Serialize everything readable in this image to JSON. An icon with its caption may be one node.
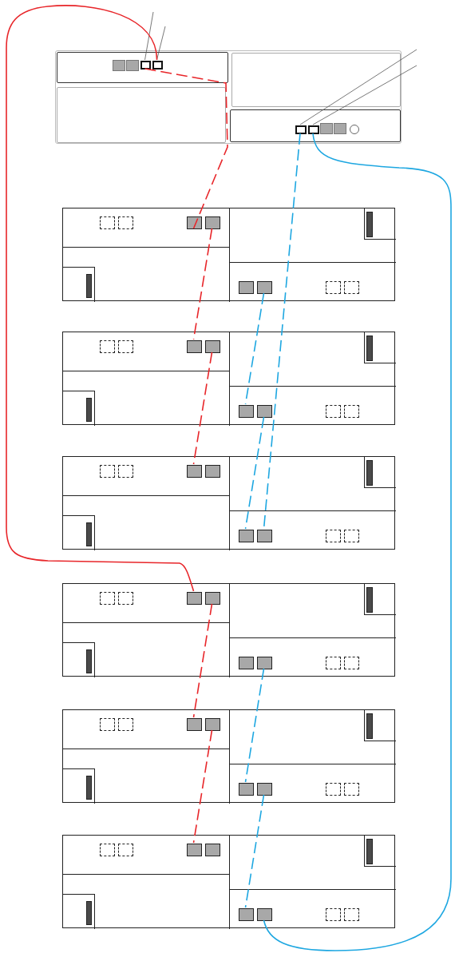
{
  "diagram": {
    "nodes": [
      {
        "text": [],
        "shape": "box"
      },
      {
        "text": [],
        "shape": "box",
        "in": 0
      },
      {
        "text": [],
        "shape": "box",
        "in": 0
      },
      {
        "text": [],
        "shape": "box",
        "in": 0
      },
      {
        "text": [],
        "shape": "box",
        "in": 0
      },
      {
        "text": [],
        "shape": "box"
      },
      {
        "text": [],
        "shape": "box",
        "in": 5
      },
      {
        "text": [],
        "shape": "box",
        "in": 5
      },
      {
        "text": [],
        "shape": "box",
        "in": 5
      },
      {
        "text": [],
        "shape": "box",
        "in": 5
      },
      {
        "text": [],
        "shape": "box"
      },
      {
        "text": [],
        "shape": "box",
        "in": 10
      },
      {
        "text": [],
        "shape": "box",
        "in": 10
      },
      {
        "text": [],
        "shape": "box",
        "in": 10
      },
      {
        "text": [],
        "shape": "box",
        "in": 10
      },
      {
        "text": [],
        "shape": "box"
      },
      {
        "text": [],
        "shape": "box",
        "in": 15
      },
      {
        "text": [],
        "shape": "box",
        "in": 15
      },
      {
        "text": [],
        "shape": "box",
        "in": 15
      },
      {
        "text": [],
        "shape": "box",
        "in": 15
      },
      {
        "text": [],
        "shape": "box"
      },
      {
        "text": [],
        "shape": "box",
        "in": 20
      },
      {
        "text": [],
        "shape": "box",
        "in": 20
      },
      {
        "text": [],
        "shape": "box",
        "in": 20
      },
      {
        "text": [],
        "shape": "box",
        "in": 20
      },
      {
        "text": [],
        "shape": "box"
      },
      {
        "text": [],
        "shape": "box",
        "in": 25
      },
      {
        "text": [],
        "shape": "box",
        "in": 25
      },
      {
        "text": [],
        "shape": "box",
        "in": 25
      },
      {
        "text": [],
        "shape": "box",
        "in": 25
      },
      {
        "text": [],
        "shape": "box"
      },
      {
        "text": [],
        "shape": "box",
        "in": 30
      },
      {
        "text": [],
        "shape": "box",
        "in": 30
      },
      {
        "text": [],
        "shape": "box",
        "in": 30
      },
      {
        "text": [],
        "shape": "box",
        "in": 30
      },
      {
        "text": [],
        "shape": "box",
        "in": 0
      },
      {
        "text": [],
        "shape": "box",
        "in": 0
      }
    ],
    "edges": [
      {
        "from": null,
        "to": 1,
        "arrow": "none",
        "color": "#555555"
      },
      {
        "from": null,
        "to": 2,
        "arrow": "none",
        "color": "#555555"
      },
      {
        "from": null,
        "to": 3,
        "arrow": "none",
        "color": "#555555"
      },
      {
        "from": null,
        "to": 4,
        "arrow": "none",
        "color": "#555555"
      },
      {
        "from": 1,
        "to": 6,
        "arrow": "none",
        "style": "dashed",
        "color": "#e8262a"
      },
      {
        "from": 2,
        "to": 21,
        "arrow": "none",
        "color": "#e8262a"
      },
      {
        "from": 7,
        "to": 11,
        "arrow": "none",
        "style": "dashed",
        "color": "#e8262a"
      },
      {
        "from": 12,
        "to": 16,
        "arrow": "none",
        "style": "dashed",
        "color": "#e8262a"
      },
      {
        "from": 22,
        "to": 26,
        "arrow": "none",
        "style": "dashed",
        "color": "#e8262a"
      },
      {
        "from": 27,
        "to": 31,
        "arrow": "none",
        "style": "dashed",
        "color": "#e8262a"
      },
      {
        "from": 3,
        "to": 19,
        "arrow": "none",
        "style": "dashed",
        "color": "#1ea7e1"
      },
      {
        "from": 4,
        "to": 34,
        "arrow": "none",
        "color": "#1ea7e1"
      },
      {
        "from": 9,
        "to": 13,
        "arrow": "none",
        "style": "dashed",
        "color": "#1ea7e1"
      },
      {
        "from": 14,
        "to": 18,
        "arrow": "none",
        "style": "dashed",
        "color": "#1ea7e1"
      },
      {
        "from": 24,
        "to": 28,
        "arrow": "none",
        "style": "dashed",
        "color": "#1ea7e1"
      },
      {
        "from": 29,
        "to": 33,
        "arrow": "none",
        "style": "dashed",
        "color": "#1ea7e1"
      }
    ]
  }
}
